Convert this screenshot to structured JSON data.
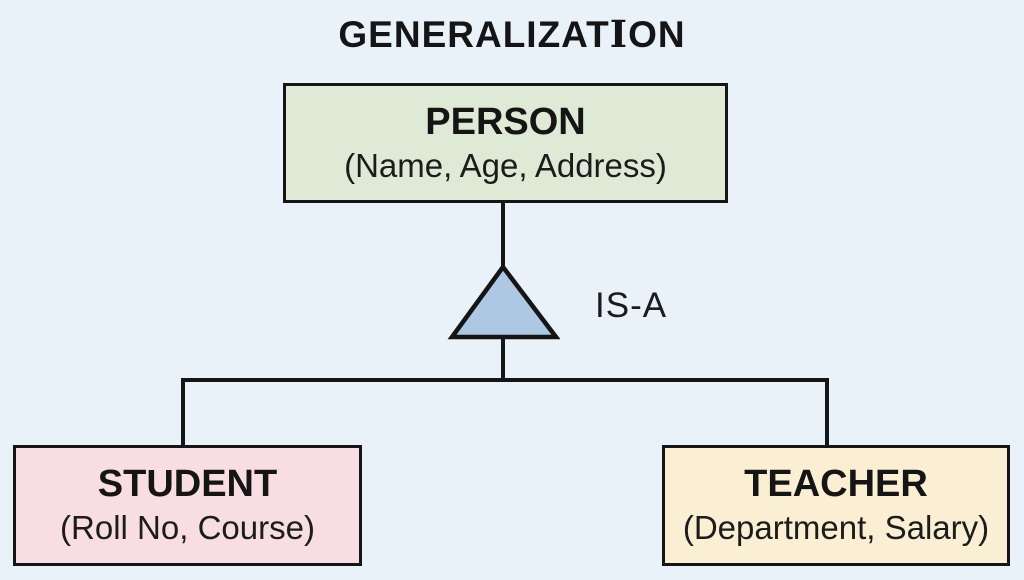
{
  "title": {
    "prefix": "GENERALIZAT",
    "serif_i": "I",
    "suffix": "ON",
    "full": "GENERALIZATION"
  },
  "diagram": {
    "parent": {
      "name": "PERSON",
      "attributes": "(Name, Age, Address)"
    },
    "relationship": {
      "label": "IS-A",
      "symbol": "isa-triangle"
    },
    "children": [
      {
        "name": "STUDENT",
        "attributes": "(Roll No, Course)"
      },
      {
        "name": "TEACHER",
        "attributes": "(Department, Salary)"
      }
    ]
  },
  "colors": {
    "background": "#e9f1f9",
    "person_fill": "#dfead6",
    "student_fill": "#f8dee2",
    "teacher_fill": "#faeed3",
    "triangle_fill": "#acc8e3",
    "line": "#151515",
    "text": "#1a1a1a"
  }
}
